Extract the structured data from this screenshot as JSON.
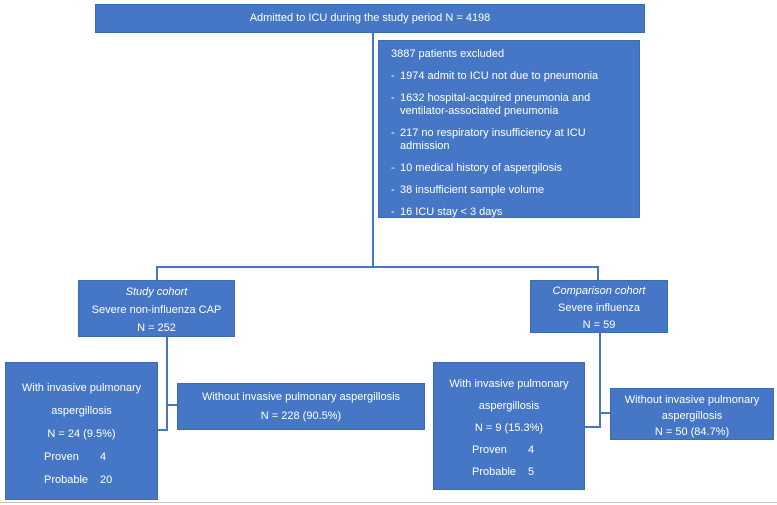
{
  "colors": {
    "box_fill": "#4577C6",
    "box_border": "#3D6AB5",
    "connector": "#4577C6",
    "text": "#FFFFFF"
  },
  "top_box": {
    "text": "Admitted to ICU during the study period N = 4198"
  },
  "exclusion_box": {
    "title": "3887 patients excluded",
    "items": [
      "1974 admit to ICU not due to pneumonia",
      "1632 hospital-acquired pneumonia and ventilator-associated pneumonia",
      "217 no respiratory insufficiency at ICU admission",
      "10 medical history of aspergilosis",
      "38 insufficient sample volume",
      "16 ICU stay < 3 days"
    ]
  },
  "study_cohort_box": {
    "label": "Study cohort",
    "line2": "Severe non-influenza CAP",
    "line3": "N = 252"
  },
  "comparison_cohort_box": {
    "label": "Comparison cohort",
    "line2": "Severe influenza",
    "line3": "N = 59"
  },
  "study_with_box": {
    "line1": "With invasive pulmonary",
    "line2": "aspergillosis",
    "line3": "N = 24 (9.5%)",
    "rows": [
      {
        "label": "Proven",
        "value": "4"
      },
      {
        "label": "Probable",
        "value": "20"
      }
    ]
  },
  "study_without_box": {
    "line1": "Without invasive pulmonary aspergillosis",
    "line2": "N = 228 (90.5%)"
  },
  "comparison_with_box": {
    "line1": "With invasive pulmonary",
    "line2": "aspergillosis",
    "line3": "N = 9 (15.3%)",
    "rows": [
      {
        "label": "Proven",
        "value": "4"
      },
      {
        "label": "Probable",
        "value": "5"
      }
    ]
  },
  "comparison_without_box": {
    "line1": "Without invasive pulmonary",
    "line2": "aspergillosis",
    "line3": "N = 50 (84.7%)"
  }
}
